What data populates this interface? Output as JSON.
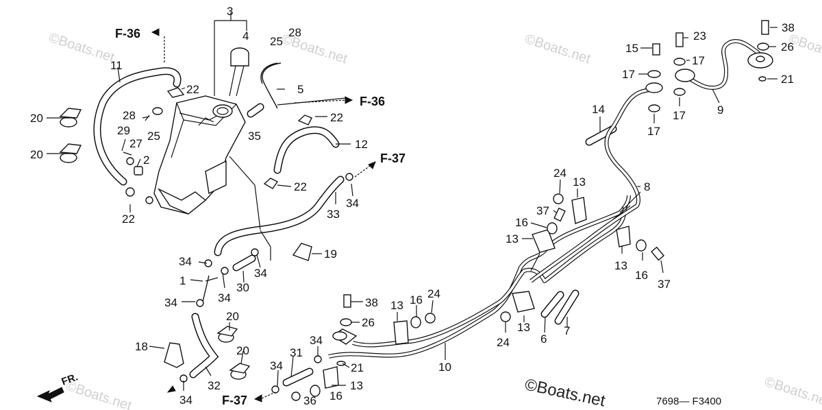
{
  "watermarks": [
    "©Boats.net",
    "©Boats.net",
    "©Boats.net",
    "©Boats.net",
    "©Boats.net",
    "©Boats.net",
    "©Boats.net"
  ],
  "footer": {
    "code": "7698— F3400"
  },
  "direction": {
    "label": "FR."
  },
  "refs": {
    "f36_top": "F-36",
    "f36_right": "F-36",
    "f37_right": "F-37",
    "f37_bottom": "F-37"
  },
  "parts": {
    "p1": "1",
    "p2": "2",
    "p3": "3",
    "p4": "4",
    "p5": "5",
    "p6": "6",
    "p7": "7",
    "p8": "8",
    "p9": "9",
    "p10": "10",
    "p11": "11",
    "p12": "12",
    "p13a": "13",
    "p13b": "13",
    "p13c": "13",
    "p13d": "13",
    "p13e": "13",
    "p13f": "13",
    "p14": "14",
    "p15": "15",
    "p16a": "16",
    "p16b": "16",
    "p16c": "16",
    "p16d": "16",
    "p17a": "17",
    "p17b": "17",
    "p17c": "17",
    "p17d": "17",
    "p18": "18",
    "p19": "19",
    "p20a": "20",
    "p20b": "20",
    "p20c": "20",
    "p20d": "20",
    "p21a": "21",
    "p21b": "21",
    "p22a": "22",
    "p22b": "22",
    "p22c": "22",
    "p22d": "22",
    "p23": "23",
    "p24a": "24",
    "p24b": "24",
    "p24c": "24",
    "p25a": "25",
    "p25b": "25",
    "p26a": "26",
    "p26b": "26",
    "p27": "27",
    "p28a": "28",
    "p28b": "28",
    "p29": "29",
    "p30": "30",
    "p31": "31",
    "p32": "32",
    "p33": "33",
    "p34a": "34",
    "p34b": "34",
    "p34c": "34",
    "p34d": "34",
    "p34e": "34",
    "p34f": "34",
    "p34g": "34",
    "p34h": "34",
    "p35": "35",
    "p36": "36",
    "p37a": "37",
    "p37b": "37",
    "p38a": "38",
    "p38b": "38"
  }
}
